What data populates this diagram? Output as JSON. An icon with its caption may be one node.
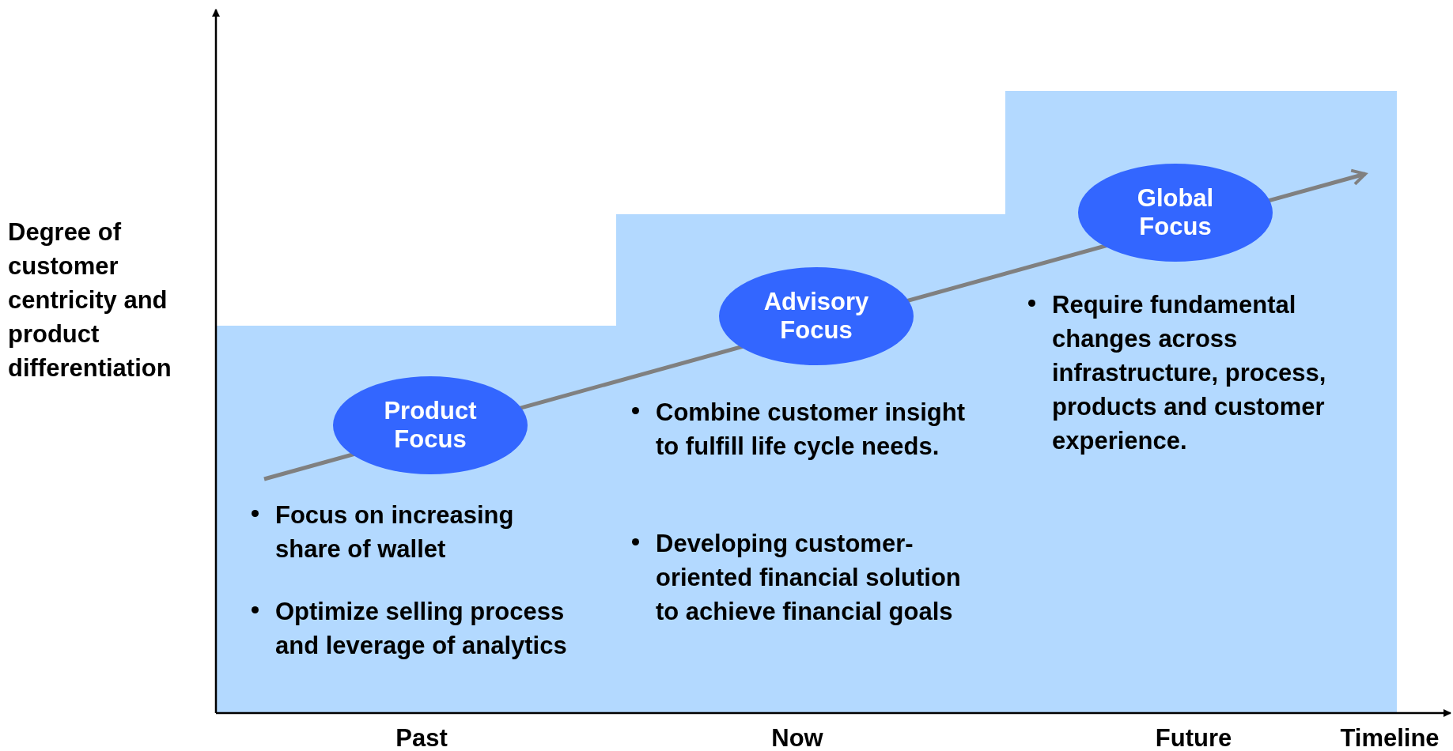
{
  "diagram": {
    "nodes": [
      {
        "text": [
          "Focus on increasing share of wallet",
          "Optimize selling process and leverage of analytics"
        ]
      },
      {
        "text": [
          "Product Focus"
        ],
        "in": 0
      },
      {
        "text": [
          "Combine customer insight to fulfill life cycle needs.",
          "Developing customer-oriented financial solution to achieve financial goals"
        ]
      },
      {
        "text": [
          "Advisory Focus"
        ],
        "in": 2
      },
      {
        "text": [
          "Require fundamental changes across infrastructure, process, products and customer experience."
        ]
      },
      {
        "text": [
          "Global Focus"
        ],
        "in": 4
      }
    ],
    "labels": [
      "Degree of customer centricity and product differentiation",
      "Past",
      "Now",
      "Future",
      "Timeline"
    ]
  }
}
